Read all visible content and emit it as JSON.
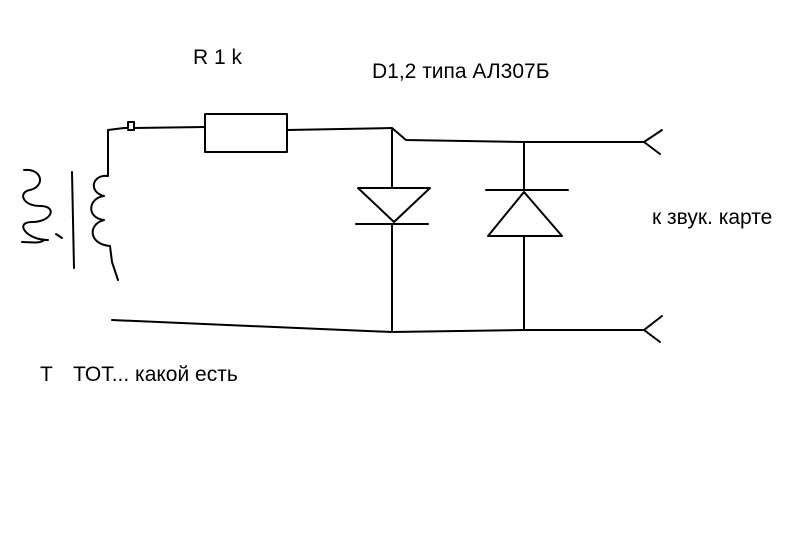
{
  "labels": {
    "resistor": "R  1 k",
    "diodes": "D1,2  типа АЛ307Б",
    "output": "к звук. карте",
    "transformer": "T",
    "transformer_desc": "ТОТ... какой есть"
  }
}
